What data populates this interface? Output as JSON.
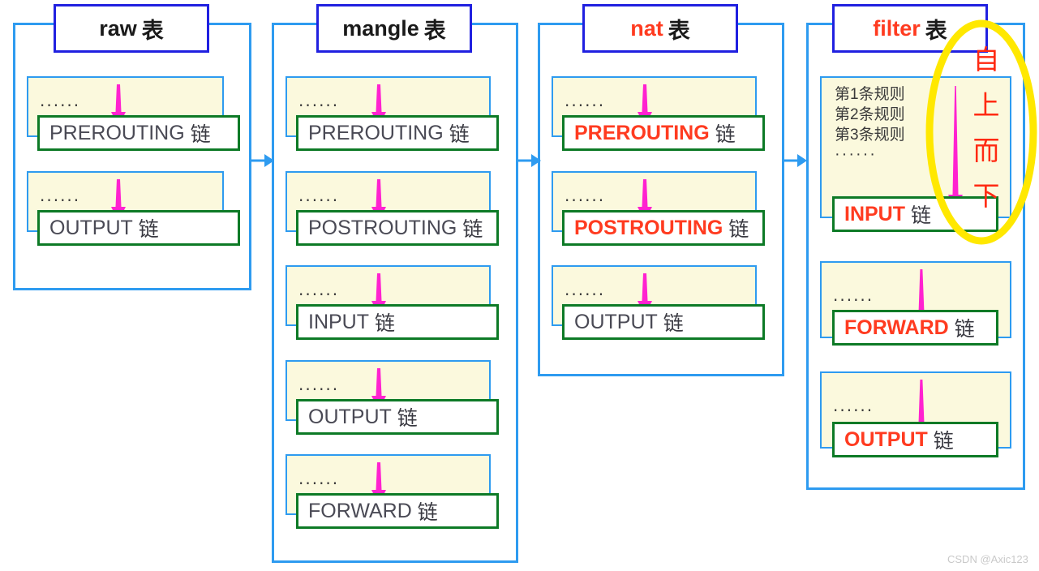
{
  "diagram": {
    "title_suffix": "表",
    "chain_suffix": "链",
    "dots": "······",
    "colors": {
      "frame_blue": "#2e9bf0",
      "title_blue": "#2020e0",
      "chain_green": "#0d7a26",
      "cream": "#fbf9dd",
      "accent_red": "#ff3b20",
      "arrow_magenta": "#ff22d0",
      "highlight_yellow": "#ffe800"
    }
  },
  "tables": [
    {
      "name": "raw",
      "name_color": "black",
      "chains": [
        {
          "label": "PREROUTING",
          "color": "black"
        },
        {
          "label": "OUTPUT",
          "color": "black"
        }
      ]
    },
    {
      "name": "mangle",
      "name_color": "black",
      "chains": [
        {
          "label": "PREROUTING",
          "color": "black"
        },
        {
          "label": "POSTROUTING",
          "color": "black"
        },
        {
          "label": "INPUT",
          "color": "black"
        },
        {
          "label": "OUTPUT",
          "color": "black"
        },
        {
          "label": "FORWARD",
          "color": "black"
        }
      ]
    },
    {
      "name": "nat",
      "name_color": "red",
      "chains": [
        {
          "label": "PREROUTING",
          "color": "red"
        },
        {
          "label": "POSTROUTING",
          "color": "red"
        },
        {
          "label": "OUTPUT",
          "color": "black"
        }
      ]
    },
    {
      "name": "filter",
      "name_color": "red",
      "chains": [
        {
          "label": "INPUT",
          "color": "red"
        },
        {
          "label": "FORWARD",
          "color": "red"
        },
        {
          "label": "OUTPUT",
          "color": "red"
        }
      ]
    }
  ],
  "rules_list": {
    "line1": "第1条规则",
    "line2": "第2条规则",
    "line3": "第3条规则",
    "line4": "······"
  },
  "annotation": {
    "char1": "自",
    "char2": "上",
    "char3": "而",
    "char4": "下"
  },
  "watermark": "CSDN @Axic123"
}
